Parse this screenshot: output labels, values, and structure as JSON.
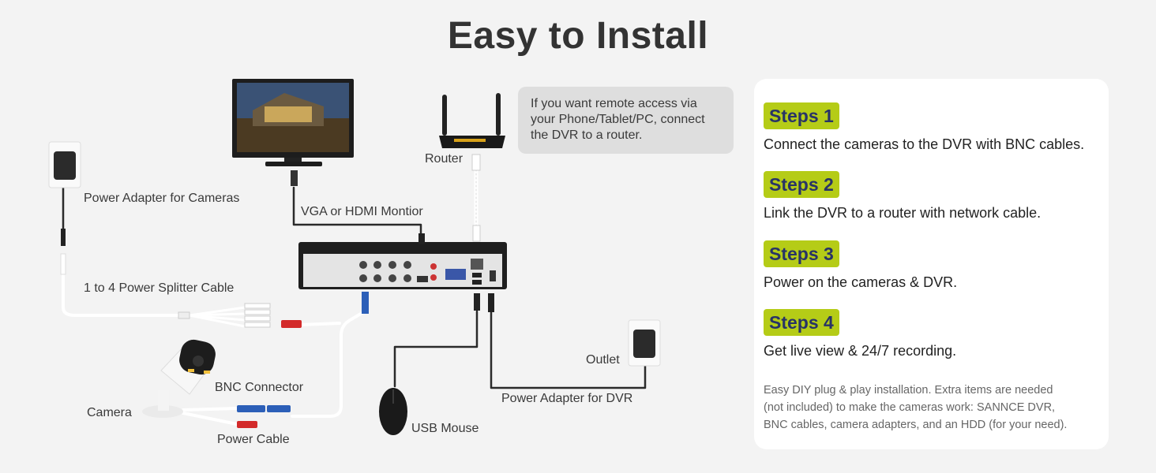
{
  "title": "Easy to Install",
  "labels": {
    "power_adapter_cameras": "Power Adapter for Cameras",
    "vga_hdmi": "VGA or HDMI Montior",
    "router": "Router",
    "splitter": "1 to 4 Power Splitter Cable",
    "bnc_connector": "BNC Connector",
    "camera": "Camera",
    "power_cable": "Power Cable",
    "usb_mouse": "USB Mouse",
    "outlet": "Outlet",
    "power_adapter_dvr": "Power Adapter for DVR"
  },
  "bubble": {
    "line1": "If you want remote access via",
    "line2": "your Phone/Tablet/PC, connect",
    "line3": "the DVR to a router."
  },
  "steps": [
    {
      "badge": "Steps 1",
      "text": "Connect the cameras to the DVR with BNC cables."
    },
    {
      "badge": "Steps 2",
      "text": "Link the DVR to a router with network cable."
    },
    {
      "badge": "Steps 3",
      "text": "Power on the cameras & DVR."
    },
    {
      "badge": "Steps 4",
      "text": "Get live view & 24/7 recording."
    }
  ],
  "note": {
    "line1": "Easy DIY plug & play installation. Extra items are needed",
    "line2": "(not included) to make the cameras work: SANNCE DVR,",
    "line3": "BNC cables, camera adapters, and an HDD (for your need)."
  },
  "colors": {
    "badge_bg": "#b5cc17",
    "badge_text": "#283366",
    "background": "#f3f3f3",
    "bnc_blue": "#2c5fb8",
    "power_red": "#d32a2a"
  }
}
